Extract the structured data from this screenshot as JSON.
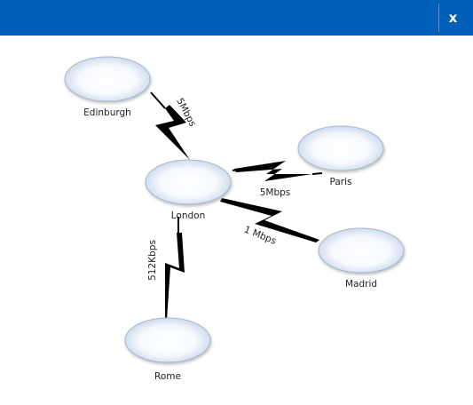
{
  "window": {
    "close_label": "x"
  },
  "diagram": {
    "nodes": {
      "edinburgh": "Edinburgh",
      "london": "London",
      "paris": "Paris",
      "madrid": "Madrid",
      "rome": "Rome"
    },
    "links": {
      "edinburgh_london": "5Mbps",
      "london_paris": "5Mbps",
      "london_madrid": "1 Mbps",
      "london_rome": "512Kbps"
    }
  }
}
